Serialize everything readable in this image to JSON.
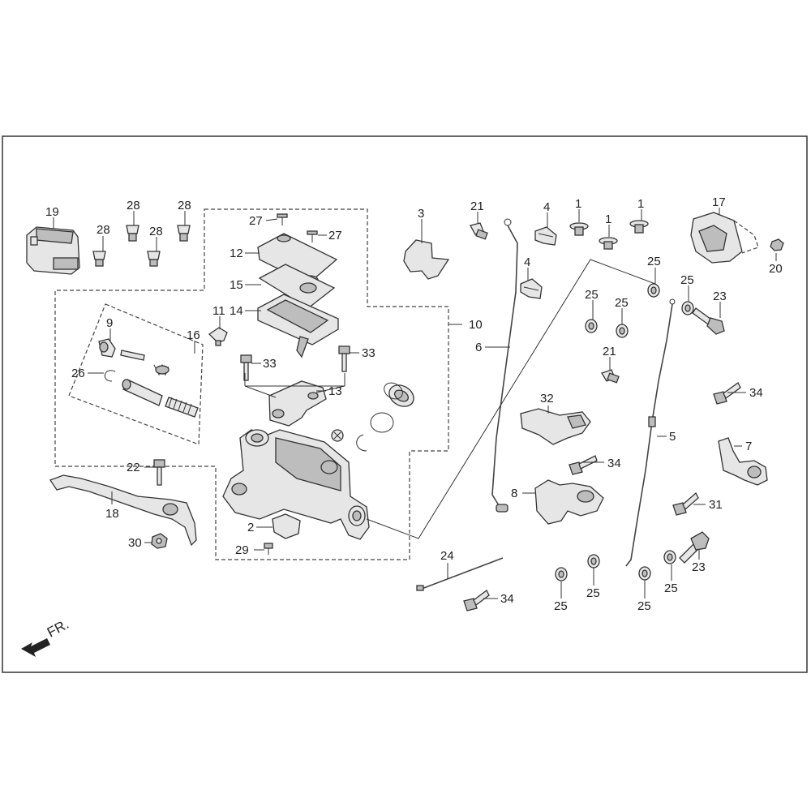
{
  "diagram": {
    "direction_label": "FR.",
    "labels": [
      {
        "key": "p19",
        "text": "19"
      },
      {
        "key": "p28a",
        "text": "28"
      },
      {
        "key": "p28b",
        "text": "28"
      },
      {
        "key": "p28c",
        "text": "28"
      },
      {
        "key": "p28d",
        "text": "28"
      },
      {
        "key": "p27a",
        "text": "27"
      },
      {
        "key": "p27b",
        "text": "27"
      },
      {
        "key": "p12",
        "text": "12"
      },
      {
        "key": "p15",
        "text": "15"
      },
      {
        "key": "p14",
        "text": "14"
      },
      {
        "key": "p3",
        "text": "3"
      },
      {
        "key": "p21a",
        "text": "21"
      },
      {
        "key": "p4a",
        "text": "4"
      },
      {
        "key": "p4b",
        "text": "4"
      },
      {
        "key": "p1a",
        "text": "1"
      },
      {
        "key": "p1b",
        "text": "1"
      },
      {
        "key": "p1c",
        "text": "1"
      },
      {
        "key": "p17",
        "text": "17"
      },
      {
        "key": "p20",
        "text": "20"
      },
      {
        "key": "p10",
        "text": "10"
      },
      {
        "key": "p6",
        "text": "6"
      },
      {
        "key": "p25a",
        "text": "25"
      },
      {
        "key": "p25b",
        "text": "25"
      },
      {
        "key": "p25c",
        "text": "25"
      },
      {
        "key": "p25d",
        "text": "25"
      },
      {
        "key": "p23a",
        "text": "23"
      },
      {
        "key": "p11",
        "text": "11"
      },
      {
        "key": "p9",
        "text": "9"
      },
      {
        "key": "p16",
        "text": "16"
      },
      {
        "key": "p26",
        "text": "26"
      },
      {
        "key": "p33a",
        "text": "33"
      },
      {
        "key": "p33b",
        "text": "33"
      },
      {
        "key": "p13",
        "text": "13"
      },
      {
        "key": "p21b",
        "text": "21"
      },
      {
        "key": "p34a",
        "text": "34"
      },
      {
        "key": "p32",
        "text": "32"
      },
      {
        "key": "p5",
        "text": "5"
      },
      {
        "key": "p7",
        "text": "7"
      },
      {
        "key": "p34b",
        "text": "34"
      },
      {
        "key": "p22",
        "text": "22"
      },
      {
        "key": "p8",
        "text": "8"
      },
      {
        "key": "p18",
        "text": "18"
      },
      {
        "key": "p31",
        "text": "31"
      },
      {
        "key": "p2",
        "text": "2"
      },
      {
        "key": "p30",
        "text": "30"
      },
      {
        "key": "p29",
        "text": "29"
      },
      {
        "key": "p24",
        "text": "24"
      },
      {
        "key": "p25e",
        "text": "25"
      },
      {
        "key": "p25f",
        "text": "25"
      },
      {
        "key": "p25g",
        "text": "25"
      },
      {
        "key": "p25h",
        "text": "25"
      },
      {
        "key": "p23b",
        "text": "23"
      },
      {
        "key": "p34c",
        "text": "34"
      }
    ]
  }
}
